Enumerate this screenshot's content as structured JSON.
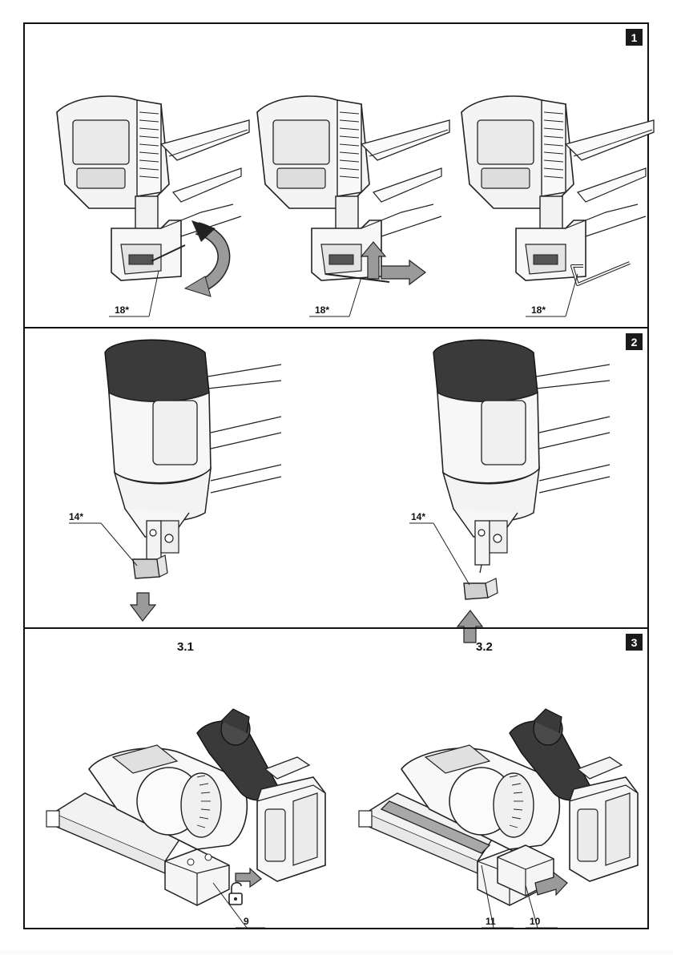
{
  "panels": [
    {
      "number": "1",
      "callouts": [
        "18*",
        "18*",
        "18*"
      ]
    },
    {
      "number": "2",
      "callouts": [
        "14*",
        "14*"
      ]
    },
    {
      "number": "3",
      "subtitles": [
        "3.1",
        "3.2"
      ],
      "callouts": [
        "9",
        "11",
        "10"
      ]
    }
  ],
  "colors": {
    "line": "#222222",
    "arrow": "#9a9a9a",
    "grip": "#3a3a3a",
    "badge": "#1a1a1a"
  }
}
